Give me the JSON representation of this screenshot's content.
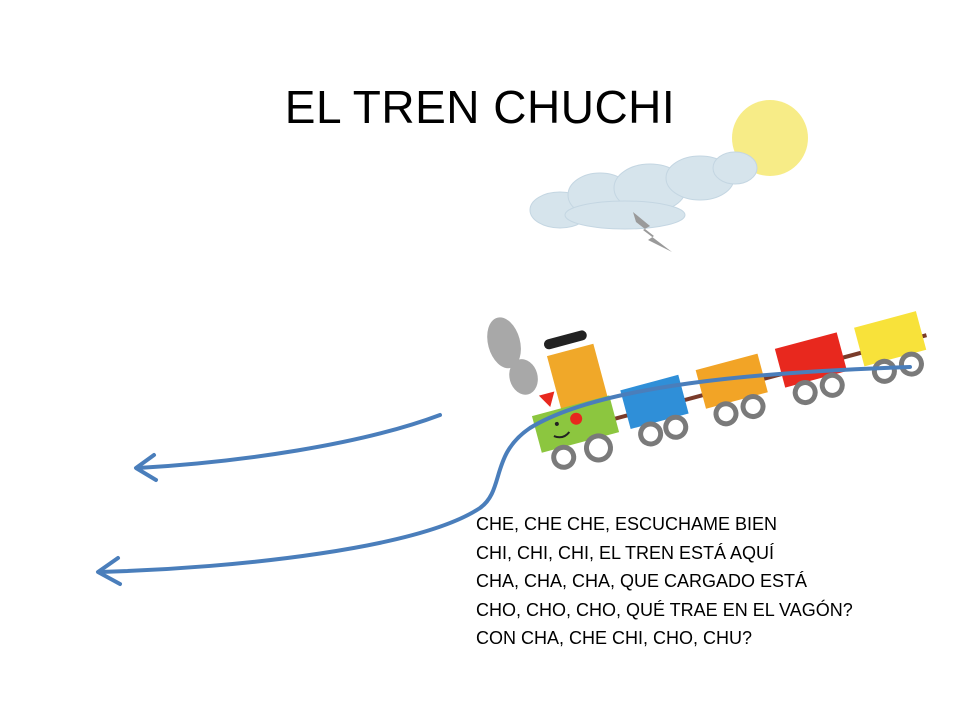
{
  "slide": {
    "title": "EL TREN CHUCHI",
    "lyrics": [
      "CHE, CHE CHE, ESCUCHAME BIEN",
      "CHI, CHI, CHI, EL TREN ESTÁ AQUÍ",
      "CHA, CHA, CHA, QUE CARGADO ESTÁ",
      "CHO, CHO, CHO, QUÉ TRAE EN EL VAGÓN?",
      "CON CHA, CHE CHI, CHO, CHU?"
    ]
  },
  "colors": {
    "track_blue": "#4a7ebb",
    "sun": "#f6ea7a",
    "cloud": "#d6e4ec",
    "engine_green": "#8cc63f",
    "engine_orange": "#f0a829",
    "wagon_blue": "#2f8fd8",
    "wagon_orange": "#f2a426",
    "wagon_red": "#e8281e",
    "wagon_yellow": "#f8e23a",
    "wheel": "#7a7a7a",
    "smoke": "#9a9a9a"
  },
  "icons": [
    "sun-icon",
    "cloud-icon",
    "lightning-icon",
    "train-illustration",
    "arrow-left-icon"
  ]
}
